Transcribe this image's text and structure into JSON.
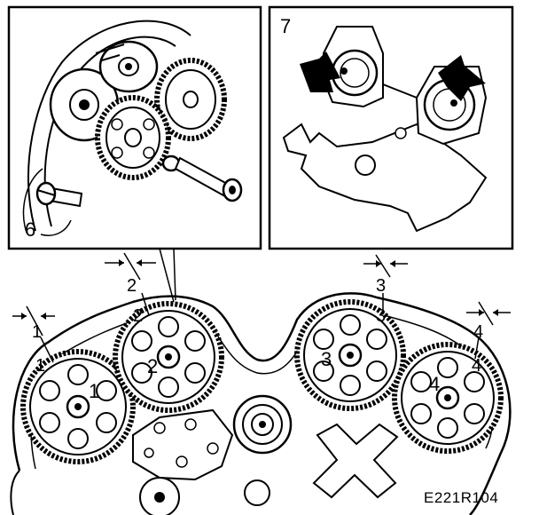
{
  "figure_code": "E221R104",
  "callouts": {
    "inset_left_bolt": "6",
    "inset_right_panel": "7",
    "sprocket_1": "1",
    "sprocket_2": "2",
    "sprocket_3": "3",
    "sprocket_4": "4"
  },
  "colors": {
    "ink": "#000000",
    "paper": "#ffffff"
  }
}
